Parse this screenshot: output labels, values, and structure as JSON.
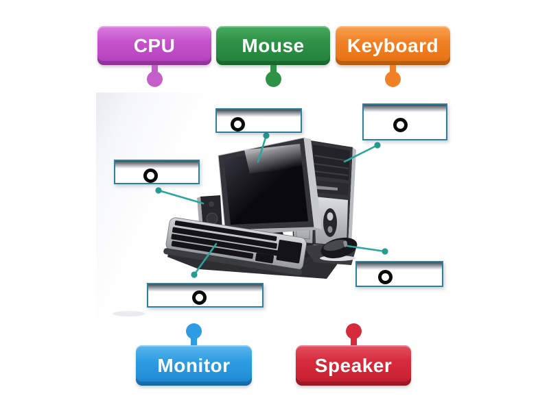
{
  "page": {
    "background": "#ffffff"
  },
  "labels": {
    "cpu": {
      "text": "CPU",
      "color": "#c553cb"
    },
    "mouse": {
      "text": "Mouse",
      "color": "#2e9247"
    },
    "keyboard": {
      "text": "Keyboard",
      "color": "#f08126"
    },
    "monitor": {
      "text": "Monitor",
      "color": "#2d9ce2"
    },
    "speaker": {
      "text": "Speaker",
      "color": "#d62b3c"
    }
  },
  "diagram": {
    "image_subject": "desktop computer with monitor, tower, keyboard, mouse and speakers",
    "connector_color": "#2aa79d",
    "slot_border_color": "#2d7f9e",
    "slots": [
      {
        "id": "slot-monitor-screen"
      },
      {
        "id": "slot-tower"
      },
      {
        "id": "slot-left-speaker"
      },
      {
        "id": "slot-keyboard"
      },
      {
        "id": "slot-mouse"
      }
    ]
  }
}
